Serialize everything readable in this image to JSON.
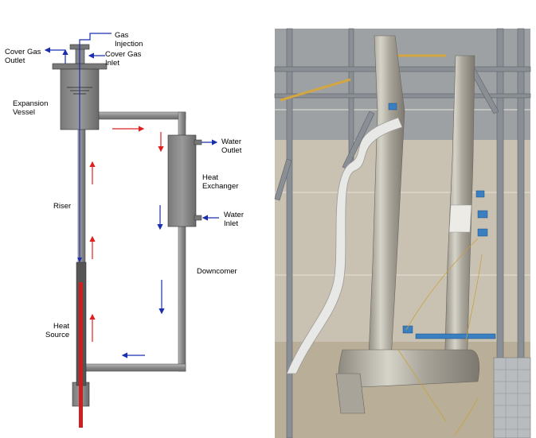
{
  "diagram": {
    "labels": {
      "gas_injection": [
        "Gas",
        "Injection"
      ],
      "cover_gas_outlet": [
        "Cover Gas",
        "Outlet"
      ],
      "cover_gas_inlet": [
        "Cover Gas",
        "Inlet"
      ],
      "expansion_vessel": [
        "Expansion",
        "Vessel"
      ],
      "water_outlet": [
        "Water",
        "Outlet"
      ],
      "heat_exchanger": [
        "Heat",
        "Exchanger"
      ],
      "water_inlet": [
        "Water",
        "Inlet"
      ],
      "riser": [
        "Riser"
      ],
      "downcomer": [
        "Downcomer"
      ],
      "heat_source": [
        "Heat",
        "Source"
      ]
    },
    "colors": {
      "pipe": "#8c8c8c",
      "pipe_dark": "#3a3a3a",
      "heater": "#cc1f1f",
      "flow_hot": "#e02020",
      "flow_cold": "#1a2fb0",
      "gas_line": "#1a2fb0"
    }
  },
  "photo": {
    "description_icon": "facility-photo",
    "colors": {
      "background": "#c9c2b2",
      "frame": "#8a8f96",
      "insulation": "#b8b6ae",
      "white_pipe": "#e8e8e6",
      "blue_box": "#3a7fc0"
    }
  }
}
